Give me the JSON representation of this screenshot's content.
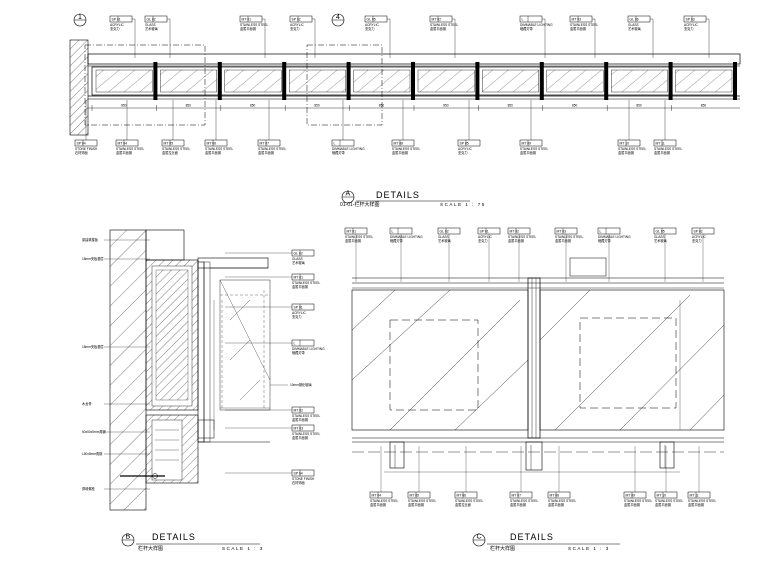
{
  "drawing_a": {
    "symbol": "A",
    "title": "DETAILS",
    "subtitle": "01-01-栏杆大样图",
    "scale": "SCALE 1 :  75",
    "section_marks": [
      "1",
      "4"
    ],
    "top_tags": [
      {
        "code": "SP 01",
        "text": [
          "ACRYLIC",
          "亚克力"
        ]
      },
      {
        "code": "GL 02",
        "text": [
          "GLASS",
          "艺术玻璃"
        ]
      },
      {
        "code": "MT 01",
        "text": [
          "STAINLESS STEEL",
          "金属平面钢"
        ]
      },
      {
        "code": "SP 02",
        "text": [
          "ACRYLIC",
          "亚克力"
        ]
      },
      {
        "code": "GL 05",
        "text": [
          "ACRYLIC",
          "亚克力"
        ]
      },
      {
        "code": "MT 02",
        "text": [
          "STAINLESS STEEL",
          "金属平面钢"
        ]
      },
      {
        "code": "L",
        "text": [
          "DIMMABLE LIGHTING",
          "暗藏灯带"
        ]
      },
      {
        "code": "MT 03",
        "text": [
          "STAINLESS STEEL",
          "金属平面钢"
        ]
      },
      {
        "code": "GL 06",
        "text": [
          "GLASS",
          "艺术玻璃"
        ]
      },
      {
        "code": "SP 03",
        "text": [
          "ACRYLIC",
          "亚克力"
        ]
      }
    ],
    "bottom_tags": [
      {
        "code": "SP 04",
        "text": [
          "STONE FINISH",
          "石材饰面"
        ]
      },
      {
        "code": "MT 04",
        "text": [
          "STAINLESS STEEL",
          "金属平面钢"
        ]
      },
      {
        "code": "MT 05",
        "text": [
          "STAINLESS STEEL",
          "金属拉丝面"
        ]
      },
      {
        "code": "MT 06",
        "text": [
          "STAINLESS STEEL",
          "金属平面钢"
        ]
      },
      {
        "code": "MT 07",
        "text": [
          "STAINLESS STEEL",
          "金属平面钢"
        ]
      },
      {
        "code": "L",
        "text": [
          "DIMMABLE LIGHTING",
          "暗藏灯带"
        ]
      },
      {
        "code": "MT 08",
        "text": [
          "STAINLESS STEEL",
          "金属平面钢"
        ]
      },
      {
        "code": "SP 05",
        "text": [
          "ACRYLIC",
          "亚克力"
        ]
      },
      {
        "code": "MT 09",
        "text": [
          "STAINLESS STEEL",
          "金属平面钢"
        ]
      },
      {
        "code": "MT 10",
        "text": [
          "STAINLESS STEEL",
          "金属平面钢"
        ]
      },
      {
        "code": "MT 11",
        "text": [
          "STAINLESS STEEL",
          "金属平面钢"
        ]
      }
    ],
    "dimensions": [
      "850",
      "850",
      "850",
      "850",
      "850",
      "850",
      "850",
      "850",
      "850",
      "850"
    ]
  },
  "drawing_b": {
    "symbol": "B",
    "title": "DETAILS",
    "subtitle": "栏杆大样图",
    "scale": "SCALE 1 :  3",
    "left_notes": [
      "原建筑楼板",
      "18mm夹板基层",
      "18mm夹板基层",
      "木龙骨",
      "50x50x5mm角钢",
      "L50x5mm角钢",
      "穿墙螺栓"
    ],
    "right_tags": [
      {
        "code": "GL 02",
        "text": [
          "GLASS",
          "艺术玻璃"
        ]
      },
      {
        "code": "MT 01",
        "text": [
          "STAINLESS STEEL",
          "金属平面钢"
        ]
      },
      {
        "code": "SP 01",
        "text": [
          "ACRYLIC",
          "亚克力"
        ]
      },
      {
        "code": "L",
        "text": [
          "DIMMABLE LIGHTING",
          "暗藏灯带"
        ]
      },
      {
        "code": "MT 02",
        "text": [
          "STAINLESS STEEL",
          "金属平面钢"
        ]
      },
      {
        "code": "MT 03",
        "text": [
          "STAINLESS STEEL",
          "金属平面钢"
        ]
      },
      {
        "code": "SP 04",
        "text": [
          "STONE FINISH",
          "石材饰面"
        ]
      }
    ],
    "note_mid": "10mm钢化玻璃"
  },
  "drawing_c": {
    "symbol": "C",
    "title": "DETAILS",
    "subtitle": "栏杆大样图",
    "scale": "SCALE 1 :  3",
    "top_tags": [
      {
        "code": "MT 01",
        "text": [
          "STAINLESS STEEL",
          "金属平面钢"
        ]
      },
      {
        "code": "L",
        "text": [
          "DIMMABLE LIGHTING",
          "暗藏灯带"
        ]
      },
      {
        "code": "GL 02",
        "text": [
          "GLASS",
          "艺术玻璃"
        ]
      },
      {
        "code": "SP 01",
        "text": [
          "ACRYLIC",
          "亚克力"
        ]
      },
      {
        "code": "MT 02",
        "text": [
          "STAINLESS STEEL",
          "金属平面钢"
        ]
      },
      {
        "code": "MT 03",
        "text": [
          "STAINLESS STEEL",
          "金属平面钢"
        ]
      },
      {
        "code": "L",
        "text": [
          "DIMMABLE LIGHTING",
          "暗藏灯带"
        ]
      },
      {
        "code": "GL 05",
        "text": [
          "GLASS",
          "艺术玻璃"
        ]
      },
      {
        "code": "SP 02",
        "text": [
          "ACRYLIC",
          "亚克力"
        ]
      }
    ],
    "bottom_tags": [
      {
        "code": "MT 04",
        "text": [
          "STAINLESS STEEL",
          "金属平面钢"
        ]
      },
      {
        "code": "MT 05",
        "text": [
          "STAINLESS STEEL",
          "金属平面钢"
        ]
      },
      {
        "code": "MT 06",
        "text": [
          "STAINLESS STEEL",
          "金属拉丝面"
        ]
      },
      {
        "code": "MT 07",
        "text": [
          "STAINLESS STEEL",
          "金属平面钢"
        ]
      },
      {
        "code": "MT 08",
        "text": [
          "STAINLESS STEEL",
          "金属平面钢"
        ]
      },
      {
        "code": "MT 09",
        "text": [
          "STAINLESS STEEL",
          "金属平面钢"
        ]
      },
      {
        "code": "MT 10",
        "text": [
          "STAINLESS STEEL",
          "金属平面钢"
        ]
      },
      {
        "code": "MT 11",
        "text": [
          "STAINLESS STEEL",
          "金属平面钢"
        ]
      }
    ]
  }
}
